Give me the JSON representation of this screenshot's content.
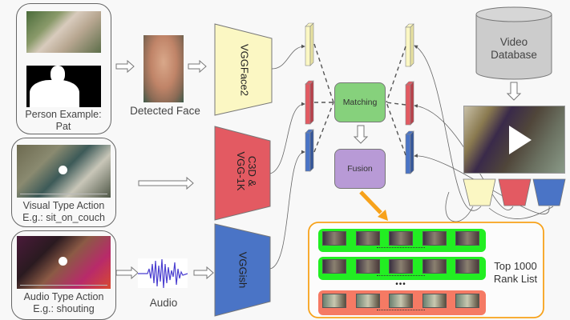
{
  "inputs": {
    "person": {
      "label_line1": "Person Example:",
      "label_line2": "Pat"
    },
    "visual": {
      "label_line1": "Visual Type Action",
      "label_line2": "E.g.: sit_on_couch"
    },
    "audio": {
      "label_line1": "Audio Type Action",
      "label_line2": "E.g.: shouting"
    }
  },
  "intermediate": {
    "detected_face_label": "Detected Face",
    "audio_label": "Audio"
  },
  "networks": {
    "face": {
      "label": "VGGFace2",
      "color": "#fbf7c3"
    },
    "visual": {
      "label_line1": "C3D &",
      "label_line2": "VGG-1K",
      "color": "#e35a62"
    },
    "audio": {
      "label": "VGGish",
      "color": "#4a74c6"
    }
  },
  "modules": {
    "matching": {
      "label": "Matching",
      "color": "#86d17c"
    },
    "fusion": {
      "label": "Fusion",
      "color": "#b89ad6"
    }
  },
  "database": {
    "label_line1": "Video",
    "label_line2": "Database",
    "color": "#cccccc"
  },
  "rank_list": {
    "label_line1": "Top 1000",
    "label_line2": "Rank List",
    "border_color": "#f7a21b",
    "ellipsis": "•••",
    "rows": [
      {
        "status": "match",
        "color": "#22ee22",
        "thumbs": 5
      },
      {
        "status": "match",
        "color": "#22ee22",
        "thumbs": 5
      },
      {
        "status": "mismatch",
        "color": "#f57a64",
        "thumbs": 5
      }
    ]
  }
}
